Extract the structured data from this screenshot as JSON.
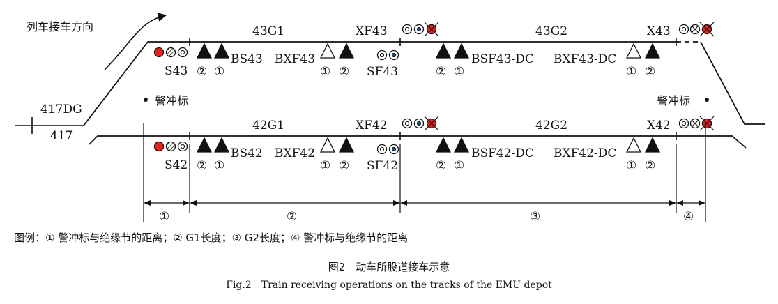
{
  "direction_label": "列车接车方向",
  "approach": {
    "line_upper": "417DG",
    "line_lower": "417"
  },
  "fouling_post_label": "警冲标",
  "tracks": [
    {
      "start_signal": "S43",
      "block_signal": "BS43",
      "xf_block": "BXF43",
      "xf_signal": "XF43",
      "sf_signal": "SF43",
      "g1": "43G1",
      "bsf": "BSF43-DC",
      "bxf": "BXF43-DC",
      "g2": "43G2",
      "end_signal": "X43"
    },
    {
      "start_signal": "S42",
      "block_signal": "BS42",
      "xf_block": "BXF42",
      "xf_signal": "XF42",
      "sf_signal": "SF42",
      "g1": "42G1",
      "bsf": "BSF42-DC",
      "bxf": "BXF42-DC",
      "g2": "42G2",
      "end_signal": "X42"
    }
  ],
  "circled": {
    "one": "①",
    "two": "②"
  },
  "dimensions": [
    "①",
    "②",
    "③",
    "④"
  ],
  "legend": "图例：① 警冲标与绝缘节的距离；② G1长度；③ G2长度；④ 警冲标与绝缘节的距离",
  "caption_cn": "图2　动车所股道接车示意",
  "caption_en": "Fig.2　Train receiving operations on the tracks of the EMU depot",
  "colors": {
    "signal_red": "#e8201e",
    "signal_blue": "#1a4fa0",
    "line": "#111111"
  }
}
